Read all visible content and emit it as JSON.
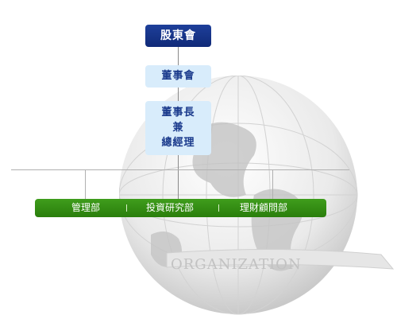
{
  "nodes": {
    "shareholders": "股東會",
    "board": "董事會",
    "chairman": [
      "董事長",
      "兼",
      "總經理"
    ]
  },
  "departments": [
    "管理部",
    "投資研究部",
    "理財顧問部"
  ],
  "watermark": "ORGANIZATION",
  "colors": {
    "top_node": "#12307f",
    "light_node": "#d8ecfb",
    "dept_bar": "#2f8a12",
    "node_text": "#1a3a8c"
  }
}
